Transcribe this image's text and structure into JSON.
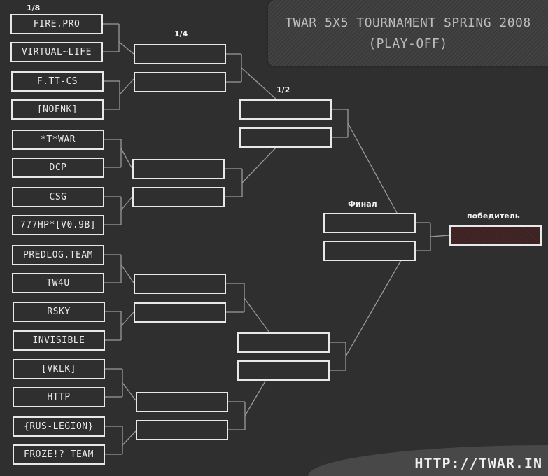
{
  "header": {
    "title_line1": "TWAR 5X5 TOURNAMENT SPRING 2008",
    "title_line2": "(PLAY-OFF)"
  },
  "footer": {
    "url": "HTTP://TWAR.IN"
  },
  "rounds": {
    "r16": "1/8",
    "qf": "1/4",
    "sf": "1/2",
    "final": "Финал",
    "winner": "победитель"
  },
  "teams": [
    "FIRE.PRO",
    "VIRTUAL~LIFE",
    "F.TT-CS",
    "[NOFNK]",
    "*T*WAR",
    "DCP",
    "CSG",
    "777HP*[V0.9B]",
    "PREDLOG.TEAM",
    "TW4U",
    "RSKY",
    "INVISIBLE",
    "[VKLK]",
    "HTTP",
    "{RUS-LEGION}",
    "FROZE!? TEAM"
  ],
  "qf": [
    "",
    "",
    "",
    "",
    "",
    "",
    "",
    ""
  ],
  "sf": [
    "",
    "",
    "",
    ""
  ],
  "final": [
    "",
    ""
  ],
  "winner": "",
  "colors": {
    "background": "#2f2f2f",
    "box_border": "#e8e8e8",
    "winner_fill": "#4a2828",
    "lines": "#9a9a9a"
  }
}
